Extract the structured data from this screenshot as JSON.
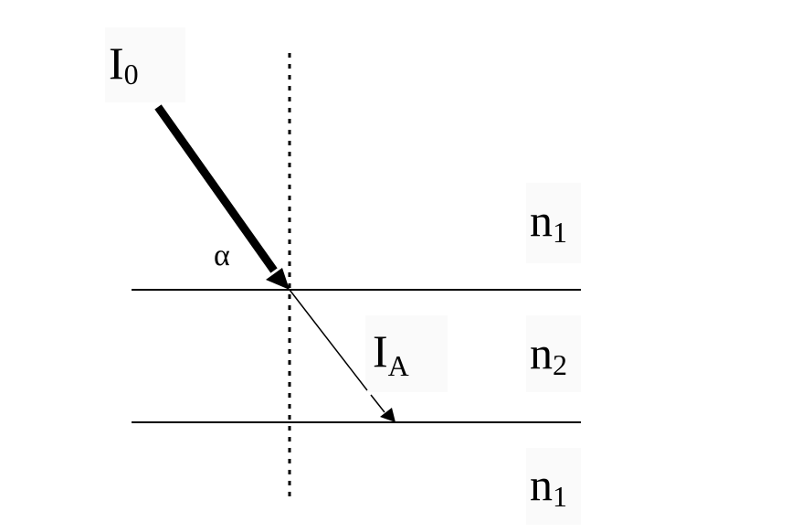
{
  "diagram": {
    "incident_label": {
      "main": "I",
      "sub": "0"
    },
    "transmitted_label": {
      "main": "I",
      "sub": "A"
    },
    "angle_label": "α",
    "media": [
      {
        "main": "n",
        "sub": "1"
      },
      {
        "main": "n",
        "sub": "2"
      },
      {
        "main": "n",
        "sub": "1"
      }
    ],
    "colors": {
      "line": "#000000",
      "label_bg": "#fafafa"
    }
  }
}
